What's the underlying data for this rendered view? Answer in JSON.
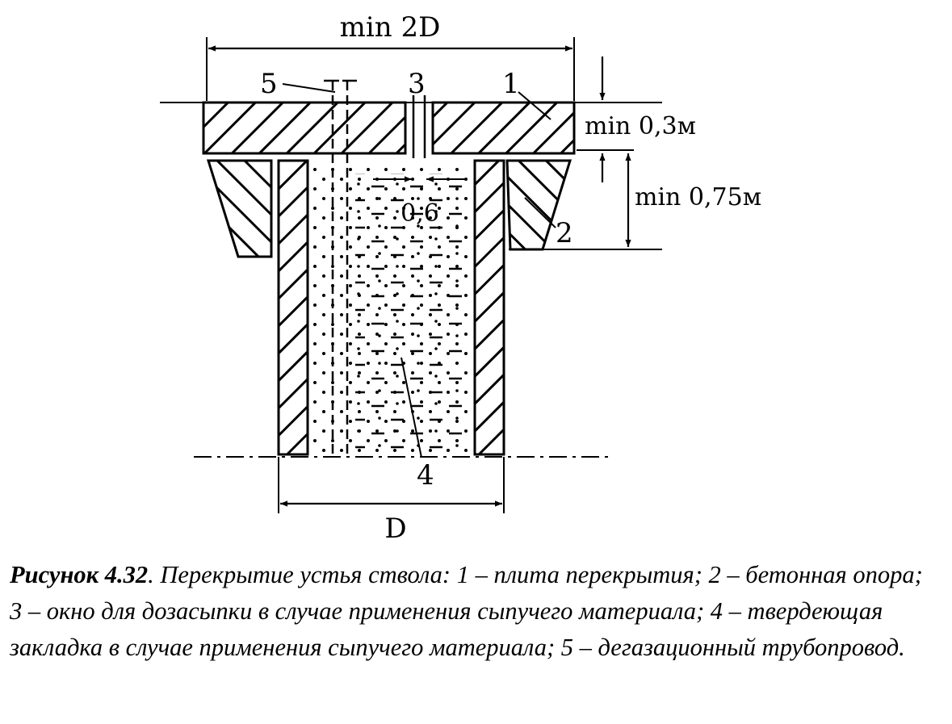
{
  "diagram": {
    "dimensions": {
      "top_width": "min 2D",
      "slab_thickness": "min 0,3м",
      "support_height": "min 0,75м",
      "window_width": "0,6",
      "shaft_diameter": "D"
    },
    "callouts": {
      "slab": "1",
      "support": "2",
      "window": "3",
      "backfill": "4",
      "pipe": "5"
    }
  },
  "caption": {
    "lead": "Рисунок 4.32",
    "text": ". Перекрытие устья ствола: 1 – плита перекрытия;  2 – бетонная опора; 3 – окно для дозасыпки в случае применения сыпучего материала;  4 – твердеющая закладка в случае применения сыпучего материала; 5 – дегазационный трубопровод."
  }
}
